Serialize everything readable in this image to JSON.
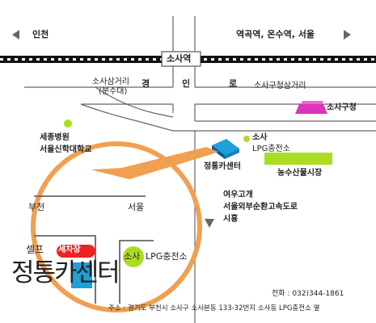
{
  "map": {
    "directions": {
      "left": "인천",
      "right": "역곡역, 온수역, 서울"
    },
    "station": "소사역",
    "junction_top": "소사삼거리",
    "junction_top_sub": "(분수대)",
    "road_name": [
      "경",
      "인",
      "로"
    ],
    "junction_right": "소사구청삼거리",
    "office": "소사구청",
    "hospital_line1": "세종병원",
    "hospital_line2": "서울신학대학교",
    "lpg_line1": "소사",
    "lpg_line2": "LPG충전소",
    "target": "정통카센터",
    "market": "농수산물시장",
    "south_line1": "여우고개",
    "south_line2": "서울외부순환고속도로",
    "south_line3": "시흥"
  },
  "zoom": {
    "left_direction": "부천",
    "right_direction": "서울",
    "sign_prefix": "셀프",
    "sign_badge": "세차장",
    "sign_main": "정통카센터",
    "lpg_badge": "소사",
    "lpg_text": "LPG충전소"
  },
  "contact": {
    "phone": "전화 : 032)344-1861",
    "address": "주소 : 경기도 부천시 소사구 소사본동 133-32번지 소사동 LPG충전소 옆"
  },
  "colors": {
    "highlight_orange": "#f0a050",
    "green_marker": "#aadd22",
    "office_magenta": "#dd33bb",
    "target_blue": "#1ea0d8",
    "sign_red": "#ee2222",
    "road_line": "#666666"
  }
}
